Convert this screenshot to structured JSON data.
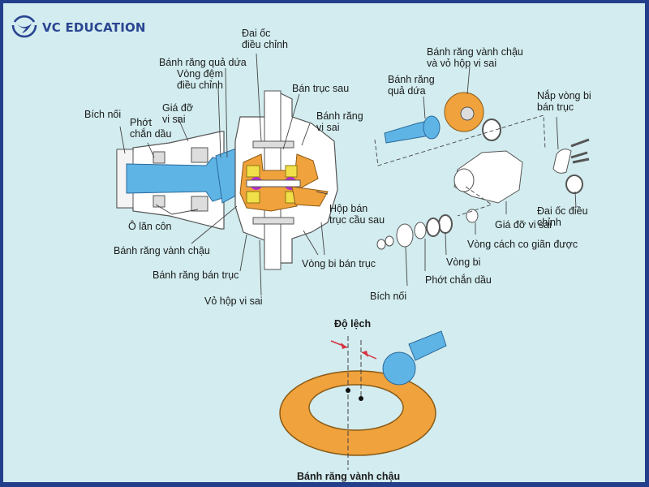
{
  "brand": {
    "name": "VC EDUCATION",
    "icon": "vc-education-logo-icon",
    "color": "#233f8c"
  },
  "colors": {
    "background": "#d2ecef",
    "frame": "#233f8c",
    "pinion": "#5fb4e6",
    "ring_gear": "#f0a23c",
    "side_gear": "#f1e04a",
    "spider_gear": "#b233c4"
  },
  "assembled_view": {
    "labels": {
      "dai_oc_dieu_chinh": "Đai ốc\nđiều chỉnh",
      "banh_rang_qua_dua": "Bánh răng quả dứa",
      "vong_dem_dieu_chinh": "Vòng đệm\nđiều chỉnh",
      "ban_truc_sau": "Bán trục sau",
      "bich_noi": "Bích nối",
      "gia_do_vi_sai": "Giá đỡ\nvi sai",
      "phot_chan_dau": "Phớt\nchắn dầu",
      "banh_rang_vi_sai": "Bánh răng\nvi sai",
      "hop_ban_truc_cau_sau": "Hộp bán\ntrục cầu sau",
      "o_lan_con": "Ô lăn côn",
      "banh_rang_vanh_chau": "Bánh răng vành chậu",
      "vong_bi_ban_truc": "Vòng bi bán trục",
      "banh_rang_ban_truc": "Bánh răng bán trục",
      "vo_hop_vi_sai": "Vỏ hộp vi sai"
    }
  },
  "exploded_view": {
    "labels": {
      "banh_rang_vanh_chau_va_vo_hop": "Bánh răng vành chậu\nvà vỏ hộp vi sai",
      "banh_rang_qua_dua": "Bánh răng\nquả dứa",
      "nap_vong_bi_ban_truc": "Nắp vòng bi\nbán trục",
      "dai_oc_dieu_chinh": "Đai ốc điều\nchỉnh",
      "gia_do_vi_sai": "Giá đỡ vi sai",
      "vong_cach_co_gian": "Vòng cách co giãn được",
      "vong_bi": "Vòng bi",
      "phot_chan_dau": "Phớt chắn dầu",
      "bich_noi": "Bích nối"
    }
  },
  "offset_view": {
    "labels": {
      "do_lech": "Độ lệch",
      "banh_rang_vanh_chau": "Bánh răng vành chậu"
    }
  }
}
